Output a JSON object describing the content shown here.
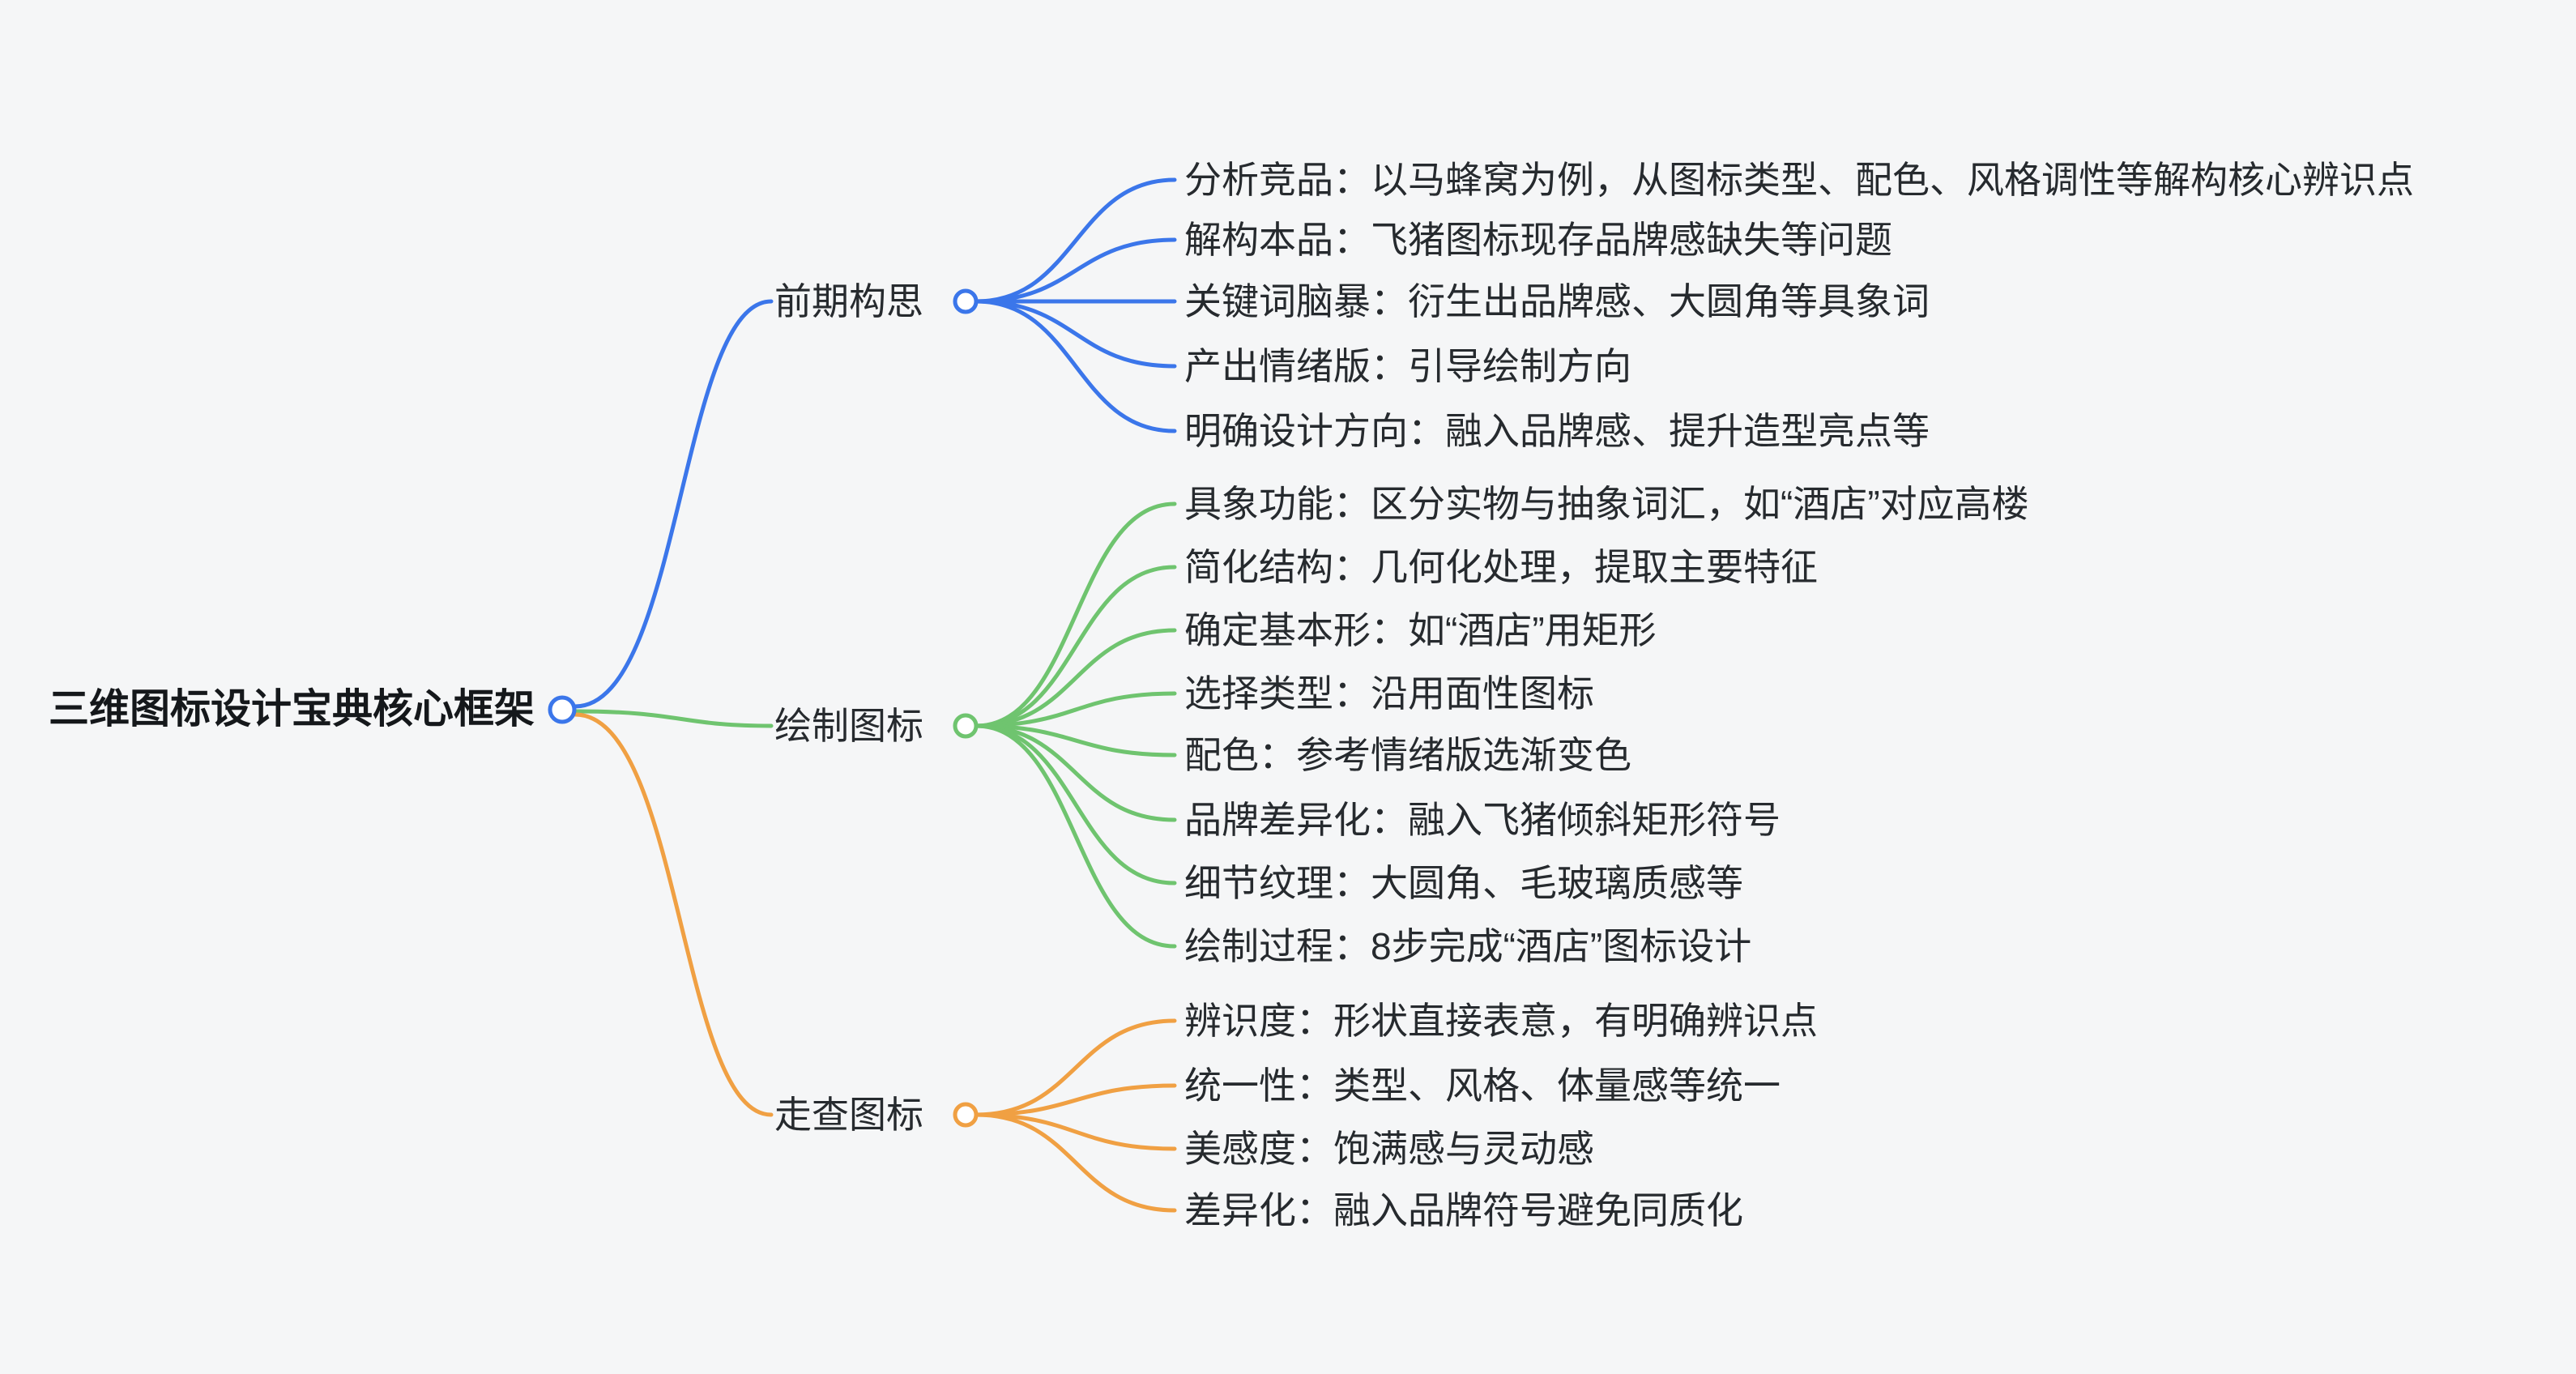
{
  "colors": {
    "background": "#f5f6f7",
    "text": "#262a2e",
    "root_text": "#15181b",
    "branch_blue": "#3b76ea",
    "branch_green": "#6fc46f",
    "branch_orange": "#f0a043"
  },
  "root": {
    "text": "三维图标设计宝典核心框架"
  },
  "branches": [
    {
      "label": "前期构思",
      "color": "#3b76ea",
      "children": [
        "分析竞品：以马蜂窝为例，从图标类型、配色、风格调性等解构核心辨识点",
        "解构本品：飞猪图标现存品牌感缺失等问题",
        "关键词脑暴：衍生出品牌感、大圆角等具象词",
        "产出情绪版：引导绘制方向",
        "明确设计方向：融入品牌感、提升造型亮点等"
      ]
    },
    {
      "label": "绘制图标",
      "color": "#6fc46f",
      "children": [
        "具象功能：区分实物与抽象词汇，如“酒店”对应高楼",
        "简化结构：几何化处理，提取主要特征",
        "确定基本形：如“酒店”用矩形",
        "选择类型：沿用面性图标",
        "配色：参考情绪版选渐变色",
        "品牌差异化：融入飞猪倾斜矩形符号",
        "细节纹理：大圆角、毛玻璃质感等",
        "绘制过程：8步完成“酒店”图标设计"
      ]
    },
    {
      "label": "走查图标",
      "color": "#f0a043",
      "children": [
        "辨识度：形状直接表意，有明确辨识点",
        "统一性：类型、风格、体量感等统一",
        "美感度：饱满感与灵动感",
        "差异化：融入品牌符号避免同质化"
      ]
    }
  ]
}
